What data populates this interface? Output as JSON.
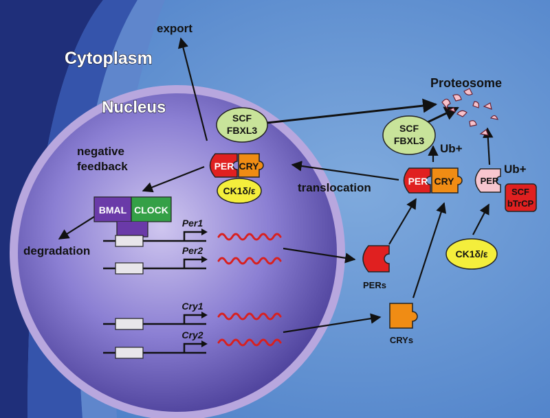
{
  "labels": {
    "cytoplasm": "Cytoplasm",
    "nucleus": "Nucleus",
    "export": "export",
    "proteosome": "Proteosome",
    "negative_feedback_1": "negative",
    "negative_feedback_2": "feedback",
    "translocation": "translocation",
    "degradation": "degradation",
    "ub_plus_1": "Ub+",
    "ub_plus_2": "Ub+",
    "pers": "PERs",
    "crys": "CRYs"
  },
  "proteins": {
    "per": "PER",
    "cry": "CRY",
    "bmal": "BMAL",
    "clock": "CLOCK",
    "ck1_nucleus": "CK1δ/ε",
    "ck1_cytoplasm": "CK1δ/ε",
    "scf_fbxl3_nucleus_1": "SCF",
    "scf_fbxl3_nucleus_2": "FBXL3",
    "scf_fbxl3_cytoplasm_1": "SCF",
    "scf_fbxl3_cytoplasm_2": "FBXL3",
    "scf_btrcp_1": "SCF",
    "scf_btrcp_2": "bTrCP"
  },
  "genes": {
    "per1": "Per1",
    "per2": "Per2",
    "cry1": "Cry1",
    "cry2": "Cry2"
  },
  "colors": {
    "background": "#3c6fc0",
    "nucleus": "#7a6cc8",
    "per": "#e02020",
    "per_light": "#f7c6cf",
    "cry": "#f08c14",
    "scf": "#c8e39a",
    "ck1": "#f4ee3c",
    "bmal": "#6a3aa8",
    "clock": "#34a046",
    "mrna": "#d82020",
    "btrcp": "#e02020"
  }
}
